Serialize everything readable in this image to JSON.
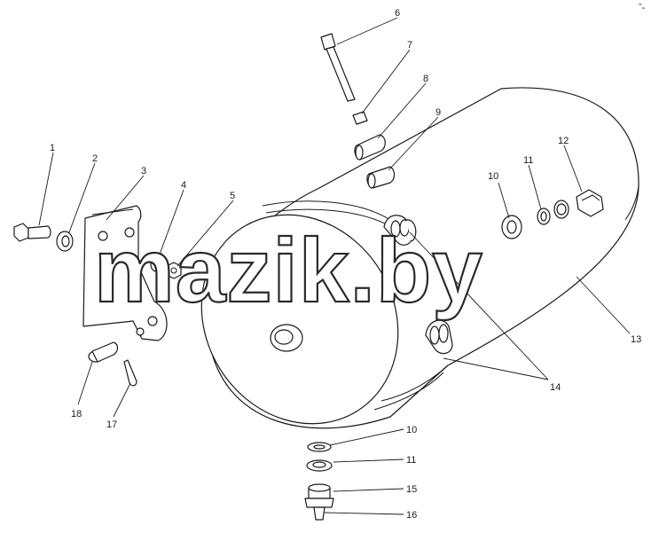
{
  "watermark": "mazik.by",
  "corner_mark": "ˇ‐",
  "callouts": [
    "1",
    "2",
    "3",
    "4",
    "5",
    "6",
    "7",
    "8",
    "9",
    "10",
    "11",
    "12",
    "13",
    "14",
    "14",
    "10",
    "11",
    "15",
    "16",
    "17",
    "18"
  ]
}
